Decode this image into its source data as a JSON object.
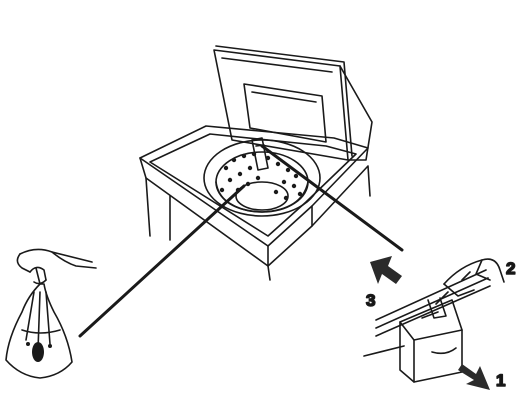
{
  "steps": {
    "pull_label": "1",
    "press_label": "2",
    "insert_label": "3"
  },
  "colors": {
    "line": "#1a1a1a",
    "arrow_fill": "#2b2b2b",
    "background": "#ffffff"
  },
  "icons": [
    "washing-machine-icon",
    "hand-icon",
    "lint-filter-bag-icon",
    "filter-case-icon",
    "direction-arrow-icon"
  ]
}
